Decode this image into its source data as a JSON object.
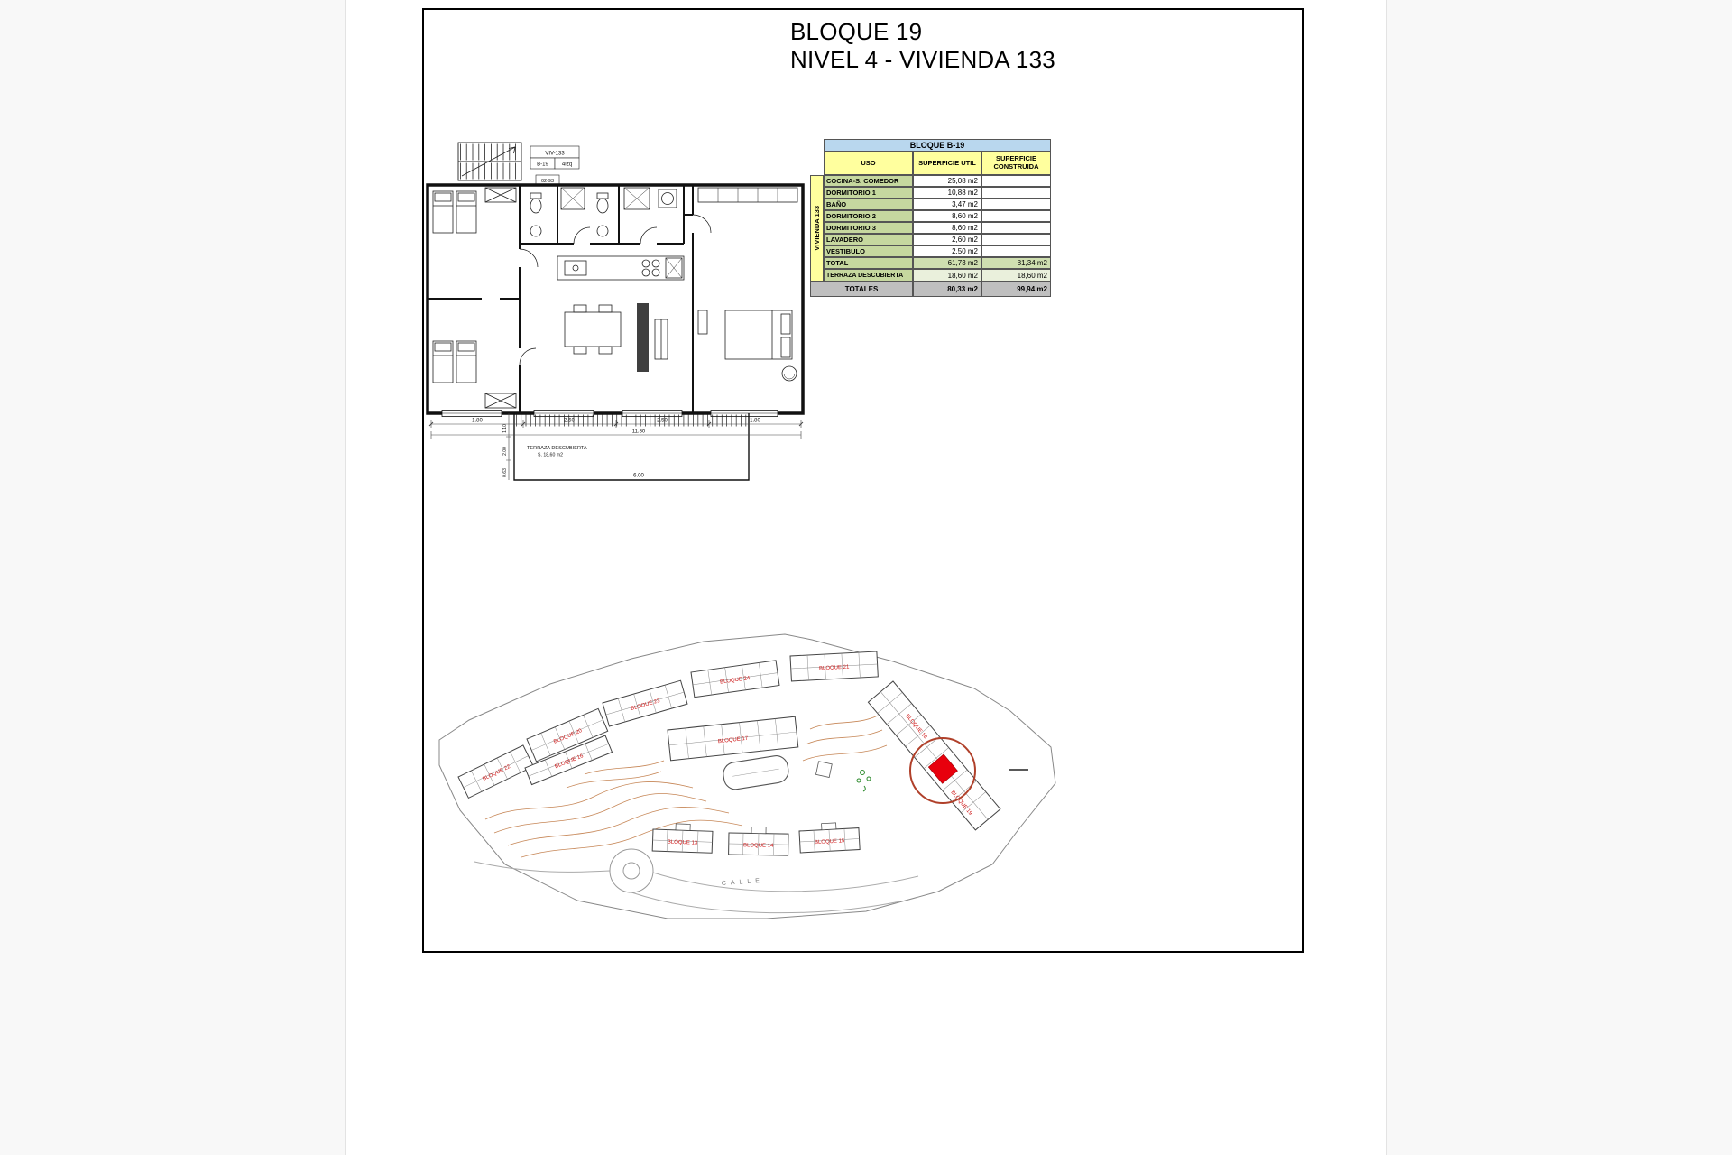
{
  "header": {
    "title_line1": "BLOQUE 19",
    "title_line2": "NIVEL 4 - VIVIENDA 133"
  },
  "floor_plan": {
    "legend": {
      "unit": "VIV-133",
      "block": "B-19",
      "pos": "4Izq",
      "ref": "02-93"
    },
    "terrace": {
      "label": "TERRAZA DESCUBIERTA",
      "area": "S. 18,60 m2",
      "width_dim": "6.00"
    },
    "dims": {
      "bottom": [
        "1.80",
        "2.50",
        "2.50",
        "1.80"
      ],
      "total": "11.80",
      "left": [
        "1.10",
        "2.00",
        "0.63"
      ]
    }
  },
  "area_table": {
    "title": "BLOQUE B-19",
    "side_label": "VIVIENDA 133",
    "columns": {
      "uso": "USO",
      "util": "SUPERFICIE UTIL",
      "construida": "SUPERFICIE CONSTRUIDA"
    },
    "rows": [
      {
        "uso": "COCINA-S. COMEDOR",
        "util": "25,08 m2",
        "construida": ""
      },
      {
        "uso": "DORMITORIO 1",
        "util": "10,88 m2",
        "construida": ""
      },
      {
        "uso": "BAÑO",
        "util": "3,47 m2",
        "construida": ""
      },
      {
        "uso": "DORMITORIO 2",
        "util": "8,60 m2",
        "construida": ""
      },
      {
        "uso": "DORMITORIO 3",
        "util": "8,60 m2",
        "construida": ""
      },
      {
        "uso": "LAVADERO",
        "util": "2,60 m2",
        "construida": ""
      },
      {
        "uso": "VESTIBULO",
        "util": "2,50 m2",
        "construida": ""
      }
    ],
    "total_row": {
      "label": "TOTAL",
      "util": "61,73 m2",
      "construida": "81,34 m2"
    },
    "terraza_row": {
      "label": "TERRAZA DESCUBIERTA",
      "util": "18,60 m2",
      "construida": "18,60 m2"
    },
    "totales_row": {
      "label": "TOTALES",
      "util": "80,33 m2",
      "construida": "99,94 m2"
    }
  },
  "site_plan": {
    "blocks": [
      "BLOQUE 22",
      "BLOQUE 20",
      "BLOQUE 23",
      "BLOQUE 24",
      "BLOQUE 21",
      "BLOQUE 16",
      "BLOQUE 17",
      "BLOQUE 18",
      "BLOQUE 19",
      "BLOQUE 13",
      "BLOQUE 14",
      "BLOQUE 15"
    ],
    "street": "CALLE"
  },
  "colors": {
    "highlight_red": "#e8000d",
    "highlight_circle": "#b0402a",
    "table_header_blue": "#b9d7ee",
    "table_yellow": "#ffff9e",
    "table_green": "#c6d89f",
    "table_total_green": "#cfdfb0",
    "table_gray": "#bfbfbf",
    "block_label_red": "#cc1111",
    "contour_brown": "#c07a45"
  }
}
